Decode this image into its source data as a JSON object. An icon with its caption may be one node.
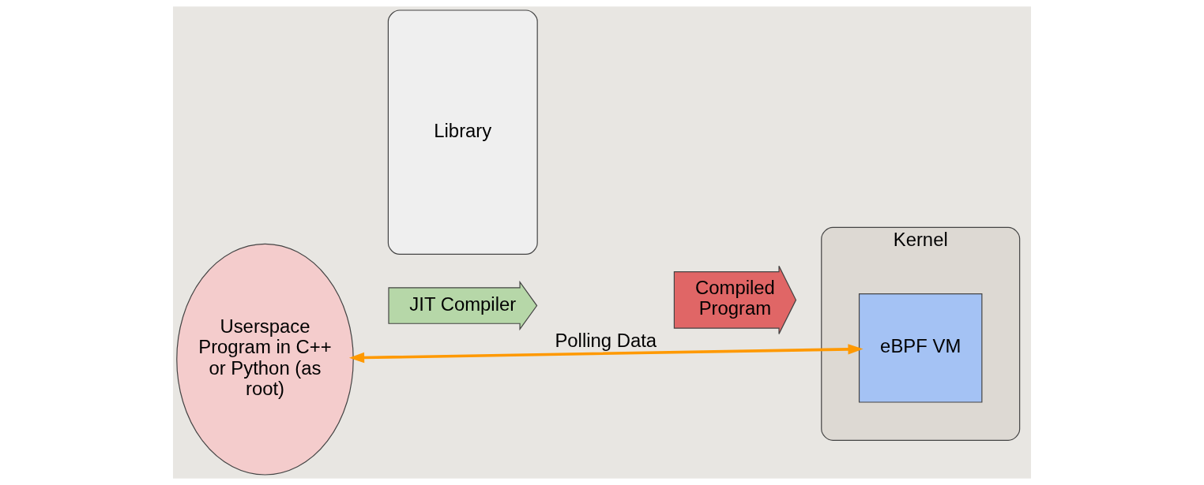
{
  "diagram": {
    "nodes": [
      {
        "text": [
          "Userspace Program in C++ or Python (as root)"
        ]
      },
      {
        "text": [
          "Library"
        ]
      },
      {
        "text": [
          "JIT Compiler"
        ]
      },
      {
        "text": [
          "Compiled Program"
        ]
      },
      {
        "text": [
          "Kernel"
        ]
      },
      {
        "text": [
          "eBPF VM"
        ],
        "in": 4
      }
    ],
    "edges": [
      {
        "from": 0,
        "to": 5,
        "arrow": "both",
        "label": "Polling Data",
        "color": "#ff9900"
      }
    ]
  }
}
